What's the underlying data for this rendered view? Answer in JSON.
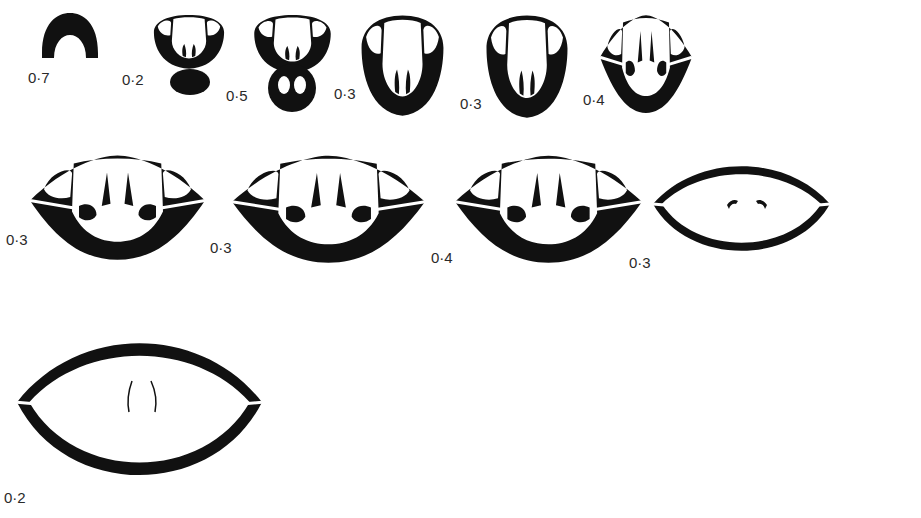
{
  "diagram": {
    "labels": [
      "0·7",
      "0·2",
      "0·5",
      "0·3",
      "0·3",
      "0·4",
      "0·3",
      "0·3",
      "0·4",
      "0·3",
      "0·2"
    ]
  }
}
